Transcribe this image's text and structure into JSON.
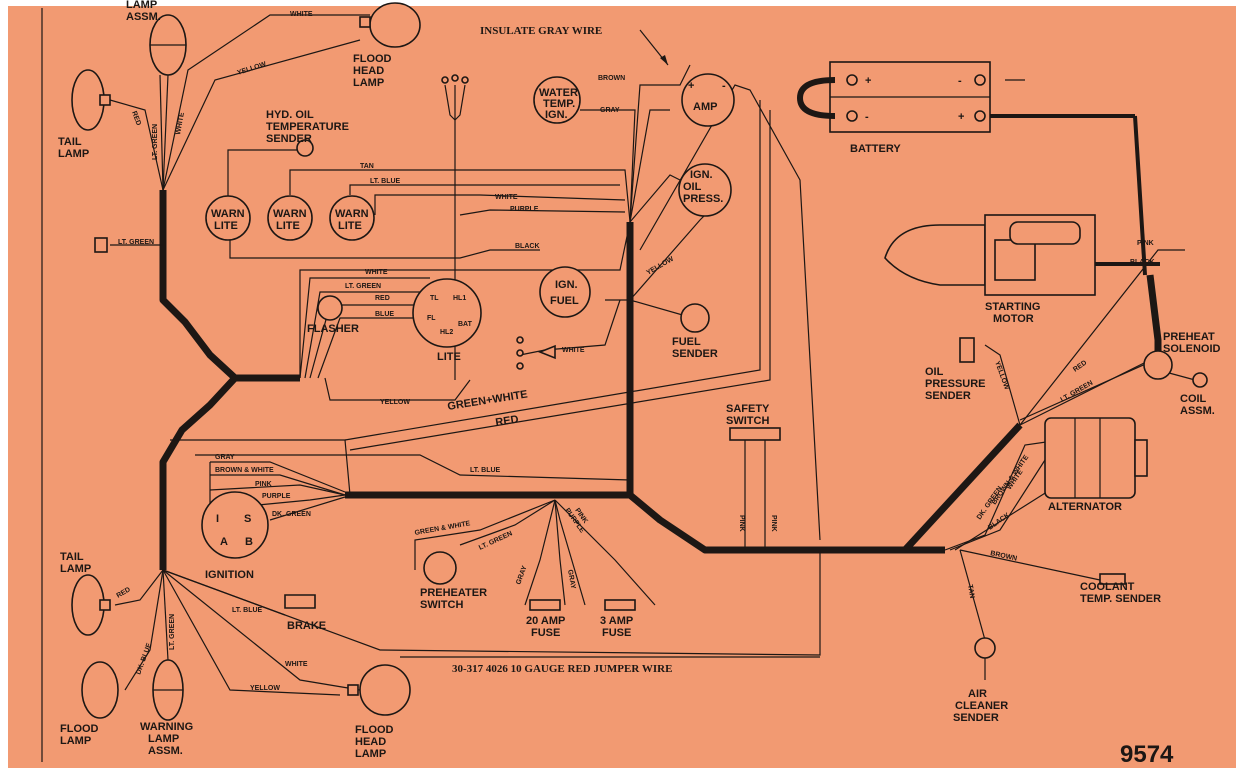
{
  "diagram": {
    "doc_number": "9574",
    "jumper_note": "30-317 4026  10 GAUGE RED JUMPER WIRE",
    "insulate_note": "INSULATE GRAY WIRE",
    "components": {
      "warning_lamp_top": [
        "LAMP",
        "ASSM."
      ],
      "tail_lamp_top": [
        "TAIL",
        "LAMP"
      ],
      "flood_head_lamp_top": [
        "FLOOD",
        "HEAD",
        "LAMP"
      ],
      "hyd_oil_temp": [
        "HYD. OIL",
        "TEMPERATURE",
        "SENDER"
      ],
      "warn_lite_1": [
        "WARN",
        "LITE"
      ],
      "warn_lite_2": [
        "WARN",
        "LITE"
      ],
      "warn_lite_3": [
        "WARN",
        "LITE"
      ],
      "water_temp": [
        "WATER",
        "TEMP.",
        "IGN."
      ],
      "amp": "AMP",
      "ign_oil_press": [
        "IGN.",
        "OIL",
        "PRESS."
      ],
      "battery": "BATTERY",
      "starting_motor": [
        "STARTING",
        "MOTOR"
      ],
      "flasher": "FLASHER",
      "lite_switch": "LITE",
      "ign_fuel": [
        "IGN.",
        "FUEL"
      ],
      "fuel_sender": [
        "FUEL",
        "SENDER"
      ],
      "preheat_solenoid": [
        "PREHEAT",
        "SOLENOID"
      ],
      "oil_pressure_sender": [
        "OIL",
        "PRESSURE",
        "SENDER"
      ],
      "coil_assm": [
        "COIL",
        "ASSM."
      ],
      "safety_switch": [
        "SAFETY",
        "SWITCH"
      ],
      "alternator": "ALTERNATOR",
      "ignition": "IGNITION",
      "preheater_switch": [
        "PREHEATER",
        "SWITCH"
      ],
      "fuse_20": [
        "20 AMP",
        "FUSE"
      ],
      "fuse_3": [
        "3 AMP",
        "FUSE"
      ],
      "brake": "BRAKE",
      "tail_lamp_bottom": [
        "TAIL",
        "LAMP"
      ],
      "flood_lamp": [
        "FLOOD",
        "LAMP"
      ],
      "warning_lamp_bottom": [
        "WARNING",
        "LAMP",
        "ASSM."
      ],
      "flood_head_lamp_bottom": [
        "FLOOD",
        "HEAD",
        "LAMP"
      ],
      "coolant_temp_sender": [
        "COOLANT",
        "TEMP. SENDER"
      ],
      "air_cleaner_sender": [
        "AIR",
        "CLEANER",
        "SENDER"
      ]
    },
    "wire_labels": {
      "white": "WHITE",
      "yellow": "YELLOW",
      "red": "RED",
      "lt_green": "LT. GREEN",
      "brown": "BROWN",
      "gray": "GRAY",
      "tan": "TAN",
      "lt_blue": "LT. BLUE",
      "purple": "PURPLE",
      "black": "BLACK",
      "blue": "BLUE",
      "green_white": "GREEN+WHITE",
      "pink": "PINK",
      "brown_white": "BROWN & WHITE",
      "dk_green": "DK. GREEN",
      "green_white_2": "GREEN & WHITE",
      "dk_blue": "DK. BLUE"
    },
    "terminals": {
      "lite_tl": "TL",
      "lite_hl1": "HL1",
      "lite_fl": "FL",
      "lite_bat": "BAT",
      "lite_hl2": "HL2",
      "ign_i": "I",
      "ign_s": "S",
      "ign_a": "A",
      "ign_b": "B",
      "bat_plus": "+",
      "bat_minus": "-"
    }
  }
}
